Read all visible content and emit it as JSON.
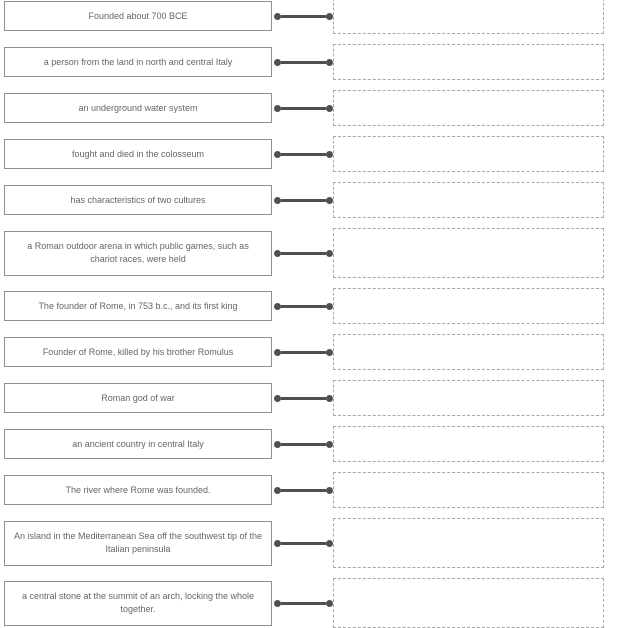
{
  "colors": {
    "background": "#ffffff",
    "prompt_border": "#909090",
    "slot_border": "#a8a8a8",
    "text": "#666666",
    "connector": "#4f4f4f"
  },
  "matching": {
    "rows": [
      {
        "prompt": "Founded about 700 BCE",
        "answer": ""
      },
      {
        "prompt": "a person from the land in north and central Italy",
        "answer": ""
      },
      {
        "prompt": "an underground water system",
        "answer": ""
      },
      {
        "prompt": "fought and died in the colosseum",
        "answer": ""
      },
      {
        "prompt": "has characteristics of two cultures",
        "answer": ""
      },
      {
        "prompt": "a Roman outdoor arena in which public games, such as chariot races, were held",
        "answer": ""
      },
      {
        "prompt": "The founder of Rome, in 753 b.c., and its first king",
        "answer": ""
      },
      {
        "prompt": "Founder of Rome, killed by his brother Romulus",
        "answer": ""
      },
      {
        "prompt": "Roman god of war",
        "answer": ""
      },
      {
        "prompt": "an ancient country in central Italy",
        "answer": ""
      },
      {
        "prompt": "The river where Rome was founded.",
        "answer": ""
      },
      {
        "prompt": "An island in the Mediterranean Sea off the southwest tip of the Italian peninsula",
        "answer": ""
      },
      {
        "prompt": "a central stone at the summit of an arch, locking the whole together.",
        "answer": ""
      }
    ]
  }
}
